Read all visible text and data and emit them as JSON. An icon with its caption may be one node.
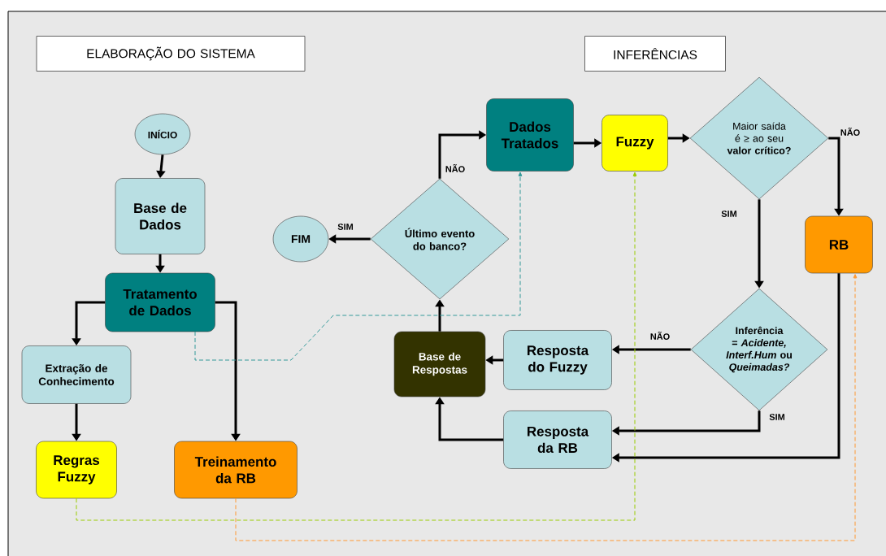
{
  "diagram": {
    "nodes": [
      {
        "text": [
          "ELABORAÇÃO DO SISTEMA"
        ]
      },
      {
        "text": [
          "INFERÊNCIAS"
        ]
      },
      {
        "text": [
          "INÍCIO"
        ]
      },
      {
        "text": [
          "Base de Dados"
        ]
      },
      {
        "text": [
          "Tratamento de Dados"
        ]
      },
      {
        "text": [
          "Extração de Conhecimento"
        ]
      },
      {
        "text": [
          "Regras Fuzzy"
        ]
      },
      {
        "text": [
          "Treinamento da RB"
        ]
      },
      {
        "text": [
          "FIM"
        ]
      },
      {
        "text": [
          "Último evento do banco?"
        ]
      },
      {
        "text": [
          "Dados Tratados"
        ]
      },
      {
        "text": [
          "Fuzzy"
        ]
      },
      {
        "text": [
          "Maior saída é ≥ ao seu **valor crítico?**"
        ]
      },
      {
        "text": [
          "RB"
        ]
      },
      {
        "text": [
          "Base de Respostas"
        ]
      },
      {
        "text": [
          "Resposta do Fuzzy"
        ]
      },
      {
        "text": [
          "Inferência = *Acidente, Interf.Hum* ou *Queimadas?*"
        ]
      },
      {
        "text": [
          "Resposta da RB"
        ]
      }
    ],
    "edges": [
      {
        "from": 2,
        "to": 3,
        "arrow": "to"
      },
      {
        "from": 3,
        "to": 4,
        "arrow": "to"
      },
      {
        "from": 4,
        "to": 5,
        "arrow": "to"
      },
      {
        "from": 4,
        "to": 7,
        "arrow": "to"
      },
      {
        "from": 5,
        "to": 6,
        "arrow": "to"
      },
      {
        "from": 9,
        "to": 8,
        "arrow": "to",
        "label": "SIM"
      },
      {
        "from": 9,
        "to": 10,
        "arrow": "to",
        "label": "NÃO"
      },
      {
        "from": 10,
        "to": 11,
        "arrow": "to"
      },
      {
        "from": 11,
        "to": 12,
        "arrow": "to"
      },
      {
        "from": 12,
        "to": 13,
        "arrow": "to",
        "label": "NÃO"
      },
      {
        "from": 12,
        "to": 16,
        "arrow": "to",
        "label": "SIM"
      },
      {
        "from": 16,
        "to": 15,
        "arrow": "to",
        "label": "NÃO"
      },
      {
        "from": 16,
        "to": 17,
        "arrow": "to",
        "label": "SIM"
      },
      {
        "from": 13,
        "to": 17,
        "arrow": "to"
      },
      {
        "from": 15,
        "to": 14,
        "arrow": "to"
      },
      {
        "from": 17,
        "to": 14,
        "arrow": "to"
      },
      {
        "from": 14,
        "to": 9,
        "arrow": "to"
      },
      {
        "from": 4,
        "to": 10,
        "arrow": "to",
        "style": "dashed",
        "color": "#339999"
      },
      {
        "from": 6,
        "to": 11,
        "arrow": "to",
        "style": "dashed",
        "color": "#99cc00"
      },
      {
        "from": 7,
        "to": 13,
        "arrow": "to",
        "style": "dashed",
        "color": "#ff9933"
      }
    ]
  }
}
